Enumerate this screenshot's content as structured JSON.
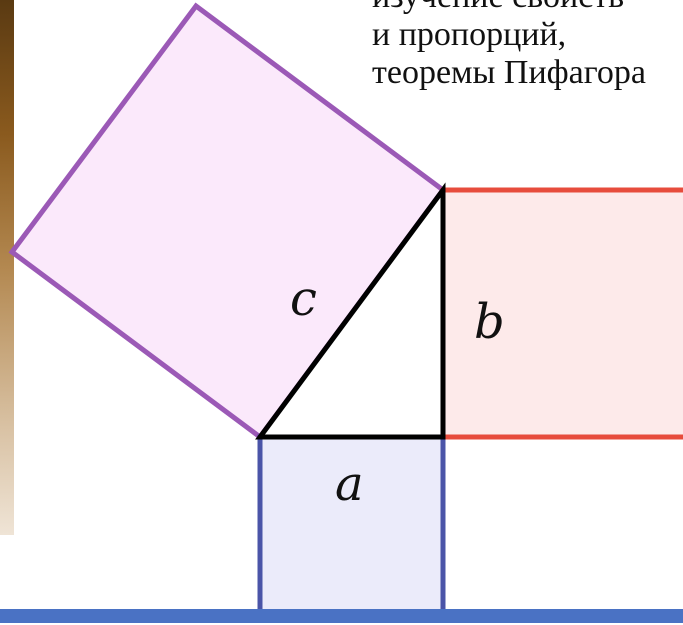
{
  "text": {
    "lines": [
      "изучение свойств",
      "и пропорций,",
      "теоремы Пифагора"
    ]
  },
  "diagram": {
    "labels": {
      "hypotenuse": "c",
      "vertical_leg": "b",
      "horizontal_leg": "a"
    },
    "colors": {
      "square_c_fill": "#fbe9fb",
      "square_c_stroke": "#9b59b6",
      "square_b_fill": "#fdeaea",
      "square_b_stroke": "#e74c3c",
      "square_a_fill": "#ebebfa",
      "square_a_stroke": "#4a54a8",
      "triangle_stroke": "#000000",
      "bottom_bar": "#4a72c4"
    }
  }
}
